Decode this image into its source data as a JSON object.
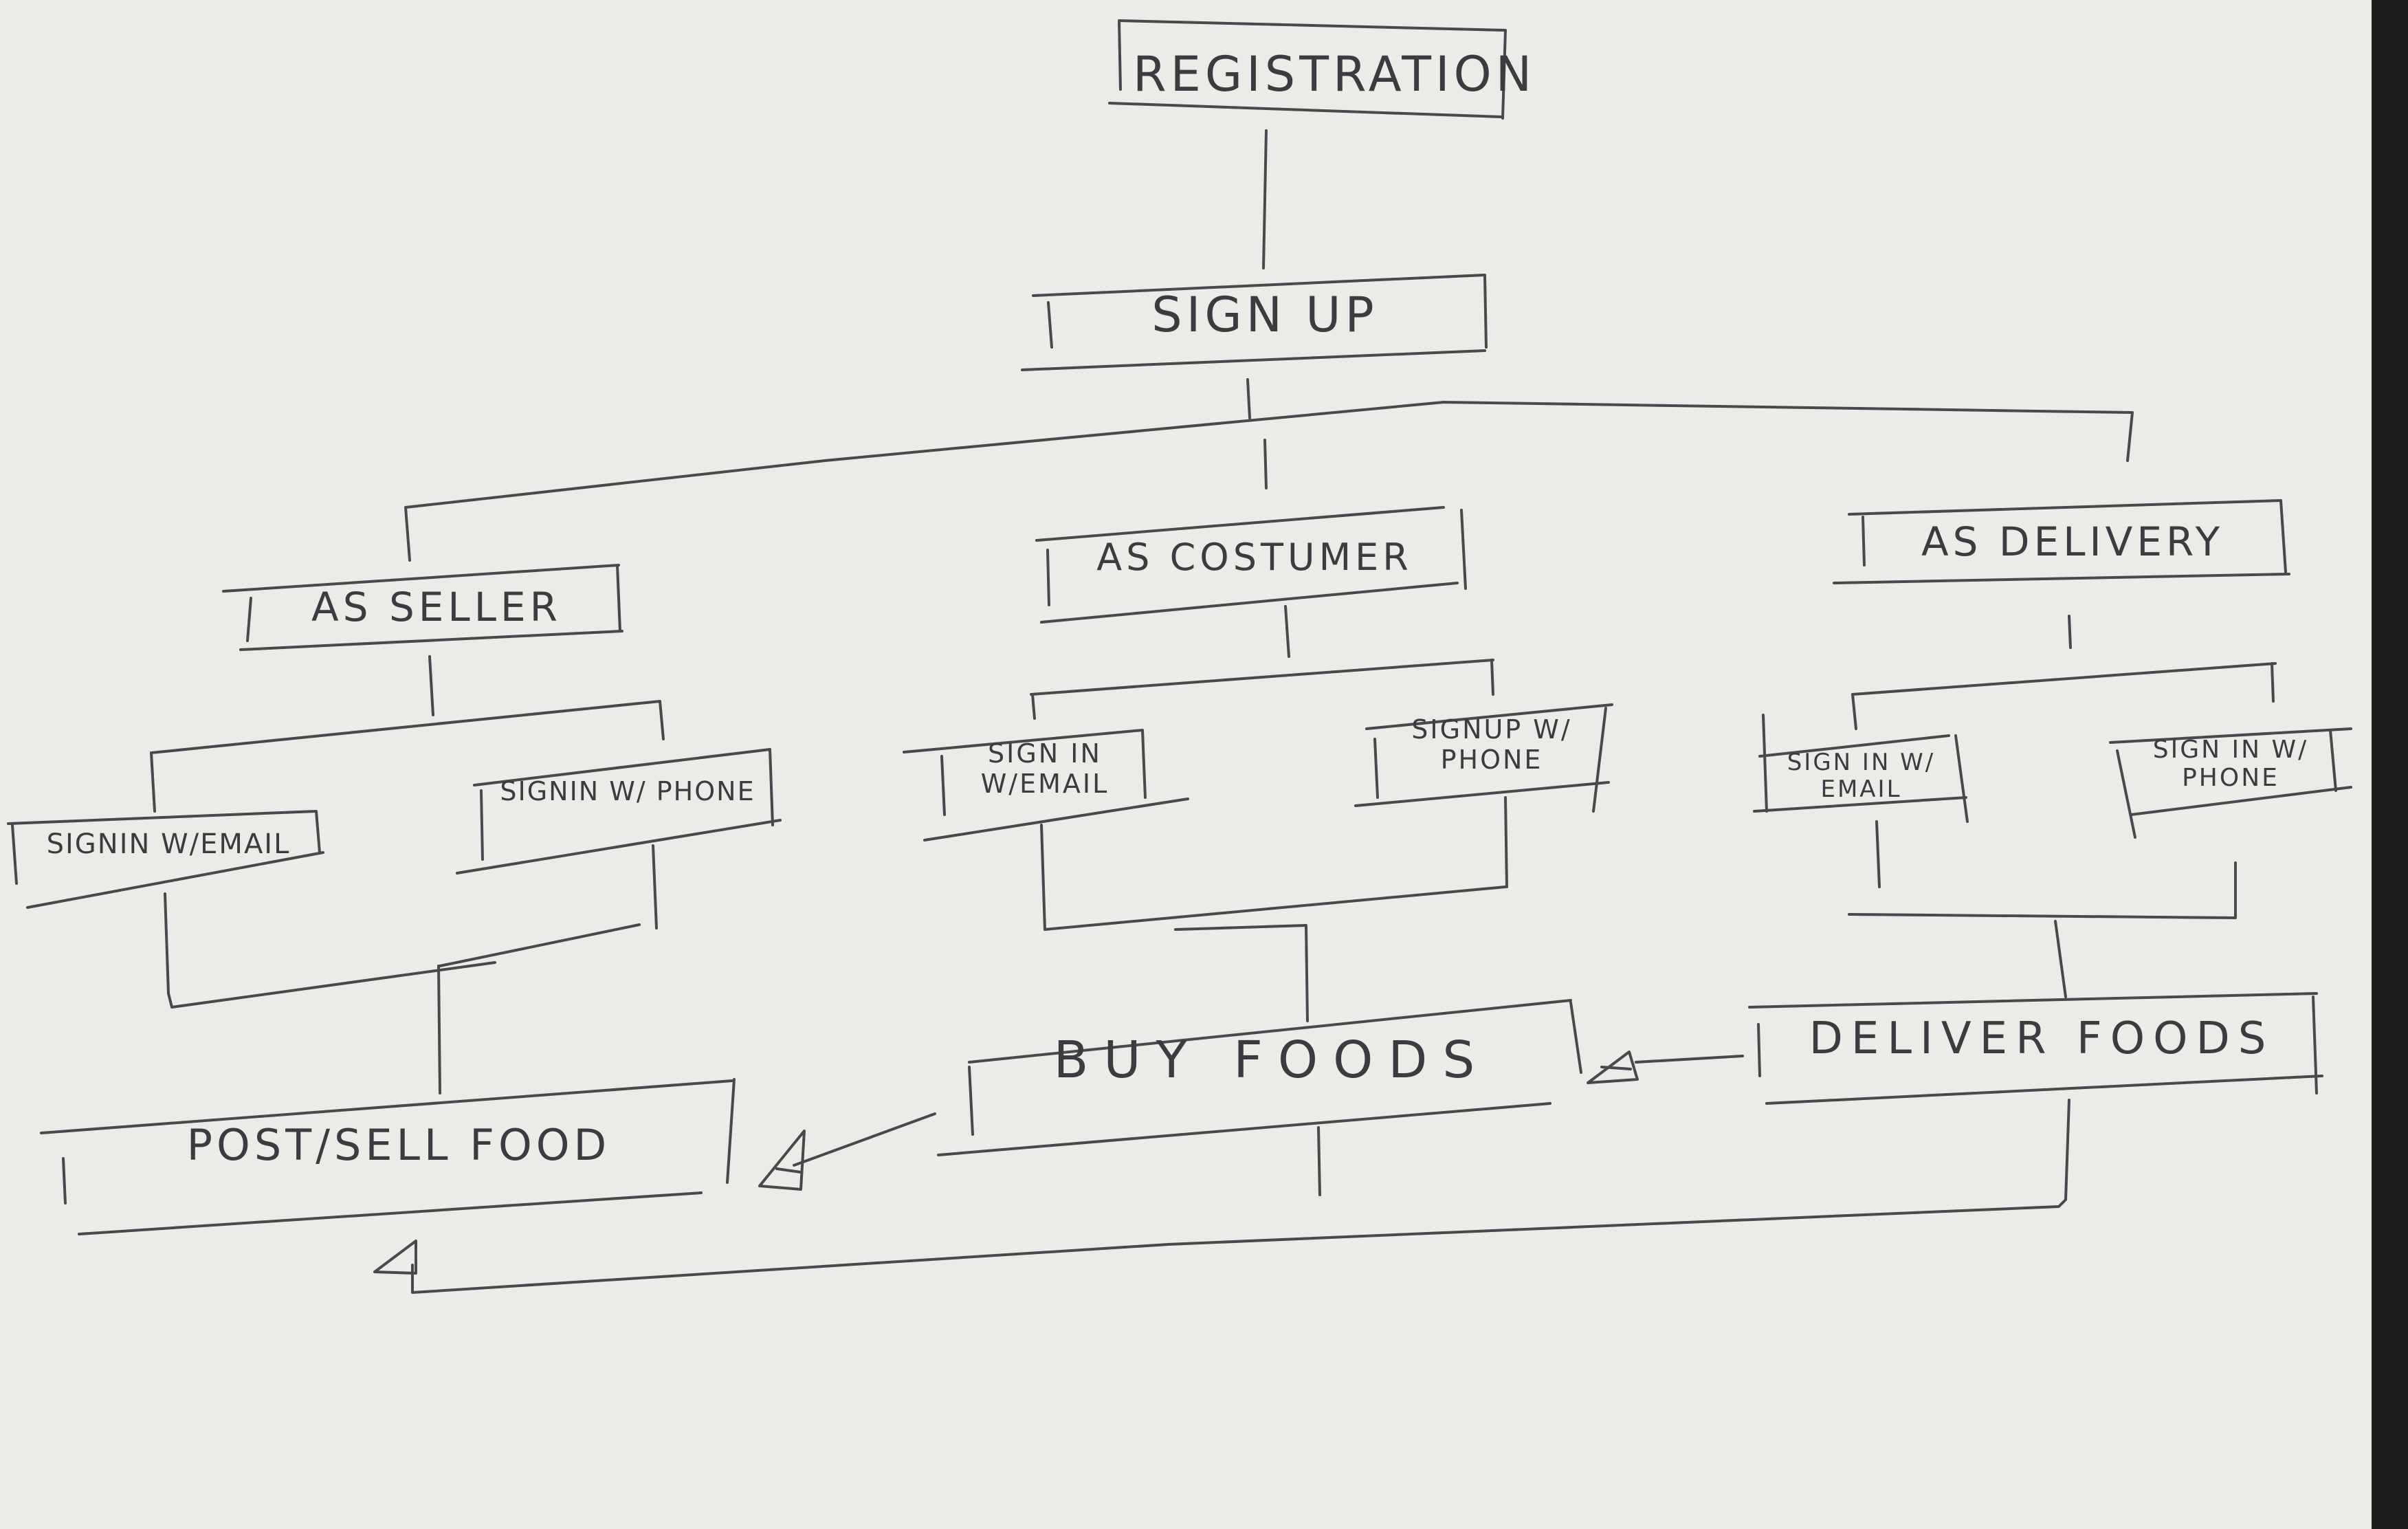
{
  "theme": {
    "paper": "#ecebe8",
    "ink": "#48484d",
    "background": "#1e1e1e"
  },
  "diagram": {
    "nodes": [
      {
        "id": "registration",
        "label": "REGISTRATION"
      },
      {
        "id": "sign-up",
        "label": "SIGN UP"
      },
      {
        "id": "as-seller",
        "label": "AS SELLER"
      },
      {
        "id": "as-costumer",
        "label": "AS COSTUMER"
      },
      {
        "id": "as-delivery",
        "label": "AS DELIVERY"
      },
      {
        "id": "seller-signin-email",
        "label": "SIGNIN W/EMAIL"
      },
      {
        "id": "seller-signin-phone",
        "label": "SIGNIN W/ PHONE"
      },
      {
        "id": "costumer-signin-email",
        "label": "SIGN IN W/EMAIL"
      },
      {
        "id": "costumer-signup-phone",
        "label": "SIGNUP W/ PHONE"
      },
      {
        "id": "delivery-signin-email",
        "label": "SIGN IN W/ EMAIL"
      },
      {
        "id": "delivery-signin-phone",
        "label": "SIGN IN W/ PHONE"
      },
      {
        "id": "post-sell-food",
        "label": "POST/SELL FOOD"
      },
      {
        "id": "buy-foods",
        "label": "BUY FOODS"
      },
      {
        "id": "deliver-foods",
        "label": "DELIVER FOODS"
      }
    ],
    "edges": [
      {
        "from": "registration",
        "to": "sign-up"
      },
      {
        "from": "sign-up",
        "to": "as-seller"
      },
      {
        "from": "sign-up",
        "to": "as-costumer"
      },
      {
        "from": "sign-up",
        "to": "as-delivery"
      },
      {
        "from": "as-seller",
        "to": "seller-signin-email"
      },
      {
        "from": "as-seller",
        "to": "seller-signin-phone"
      },
      {
        "from": "as-costumer",
        "to": "costumer-signin-email"
      },
      {
        "from": "as-costumer",
        "to": "costumer-signup-phone"
      },
      {
        "from": "as-delivery",
        "to": "delivery-signin-email"
      },
      {
        "from": "as-delivery",
        "to": "delivery-signin-phone"
      },
      {
        "from": "seller-signin-email",
        "to": "post-sell-food"
      },
      {
        "from": "seller-signin-phone",
        "to": "post-sell-food"
      },
      {
        "from": "costumer-signin-email",
        "to": "buy-foods"
      },
      {
        "from": "costumer-signup-phone",
        "to": "buy-foods"
      },
      {
        "from": "delivery-signin-email",
        "to": "deliver-foods"
      },
      {
        "from": "delivery-signin-phone",
        "to": "deliver-foods"
      },
      {
        "from": "buy-foods",
        "to": "post-sell-food",
        "arrow": true
      },
      {
        "from": "deliver-foods",
        "to": "buy-foods",
        "arrow": true
      },
      {
        "from": "deliver-foods",
        "to": "post-sell-food",
        "arrow": true
      }
    ]
  }
}
